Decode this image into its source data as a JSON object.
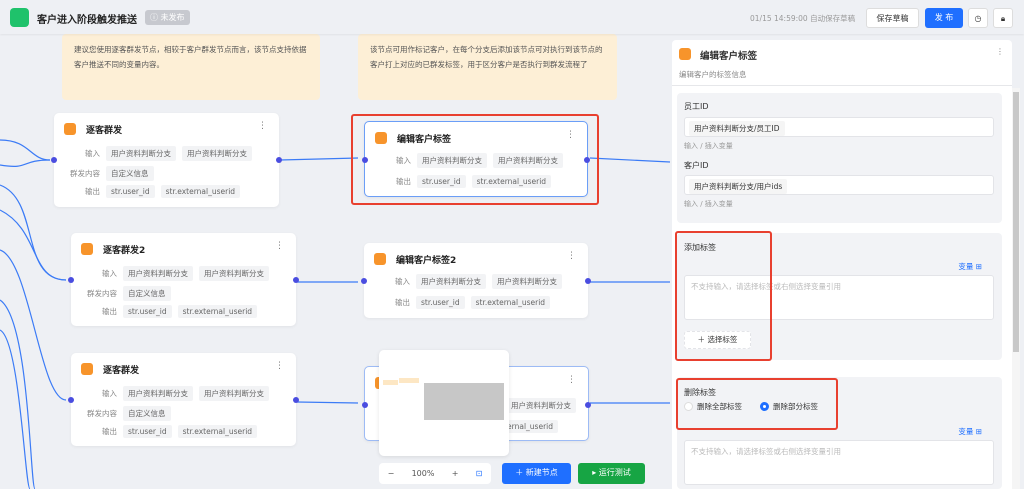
{
  "header": {
    "title": "客户进入阶段触发推送",
    "status": "未发布",
    "autosave": "01/15 14:59:00 自动保存草稿",
    "save_draft": "保存草稿",
    "publish": "发 布",
    "history_icon": "clock-icon",
    "lock_icon": "lock-icon"
  },
  "notes": [
    {
      "text": "建议您使用逐客群发节点，相较于客户群发节点而言，该节点支持依据客户推送不同的变量内容。"
    },
    {
      "text": "该节点可用作标记客户，在每个分支后添加该节点可对执行到该节点的客户打上对应的已群发标签，用于区分客户是否执行到群发流程了"
    }
  ],
  "labels": {
    "input": "输入",
    "content": "群发内容",
    "output": "输出"
  },
  "send_nodes": [
    {
      "title": "逐客群发",
      "inputs": [
        "用户资料判断分支",
        "用户资料判断分支"
      ],
      "content": "自定义信息",
      "outputs": [
        "str.user_id",
        "str.external_userid"
      ]
    },
    {
      "title": "逐客群发2",
      "inputs": [
        "用户资料判断分支",
        "用户资料判断分支"
      ],
      "content": "自定义信息",
      "outputs": [
        "str.user_id",
        "str.external_userid"
      ]
    },
    {
      "title": "逐客群发",
      "inputs": [
        "用户资料判断分支",
        "用户资料判断分支"
      ],
      "content": "自定义信息",
      "outputs": [
        "str.user_id",
        "str.external_userid"
      ]
    }
  ],
  "tag_nodes": [
    {
      "title": "编辑客户标签",
      "inputs": [
        "用户资料判断分支",
        "用户资料判断分支"
      ],
      "outputs": [
        "str.user_id",
        "str.external_userid"
      ]
    },
    {
      "title": "编辑客户标签2",
      "inputs": [
        "用户资料判断分支",
        "用户资料判断分支"
      ],
      "outputs": [
        "str.user_id",
        "str.external_userid"
      ]
    },
    {
      "title": "",
      "inputs": [
        "",
        "用户资料判断分支"
      ],
      "outputs": [
        "",
        "ernal_userid"
      ]
    }
  ],
  "toolbar": {
    "zoom": "100%",
    "minus": "−",
    "plus": "+",
    "new_node": "新建节点",
    "run_test": "运行测试"
  },
  "panel": {
    "title": "编辑客户标签",
    "subtitle": "编辑客户的标签信息",
    "staff_label": "员工ID",
    "staff_value": "用户资料判断分支/员工ID",
    "staff_hint": "输入 / 插入变量",
    "customer_label": "客户ID",
    "customer_value": "用户资料判断分支/用户ids",
    "customer_hint": "输入 / 插入变量",
    "add_tag_label": "添加标签",
    "variable": "变量",
    "placeholder": "不支持输入，请选择标签或右侧选择变量引用",
    "select_tag": "选择标签",
    "remove_tag_label": "删除标签",
    "remove_all": "删除全部标签",
    "remove_partial": "删除部分标签",
    "remove_selected": "partial"
  },
  "colors": {
    "accent": "#1f6fff",
    "green": "#17a544",
    "highlight": "#e8402f",
    "note": "#fdefd6",
    "node_icon": "#f7942b"
  }
}
